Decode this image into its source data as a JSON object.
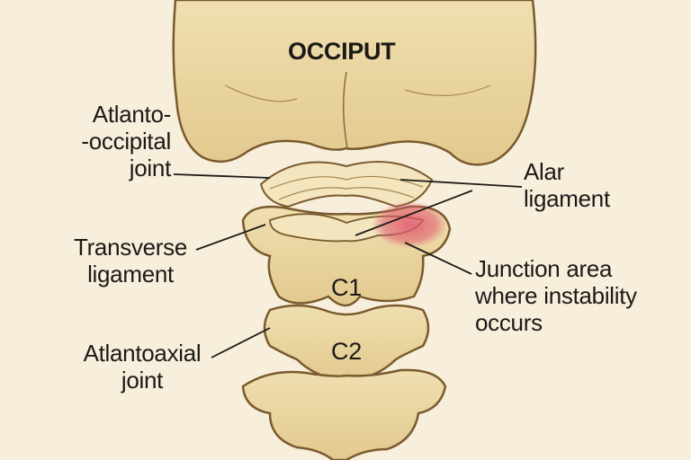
{
  "labels": {
    "occiput": "OCCIPUT",
    "atlanto_occipital": [
      "Atlanto-",
      "-occipital",
      "joint"
    ],
    "alar": [
      "Alar",
      "ligament"
    ],
    "transverse": [
      "Transverse",
      "ligament"
    ],
    "junction": [
      "Junction area",
      "where instability",
      "occurs"
    ],
    "c1": "C1",
    "c2": "C2",
    "atlantoaxial": [
      "Atlantoaxial",
      "joint"
    ]
  },
  "colors": {
    "background": "#f7efdc",
    "bone": "#ecd9a6",
    "bone_shadow": "#c9ab6b",
    "outline": "#7a5a2e",
    "ligament": "#f3e6bf",
    "highlight": "#e0566b",
    "leader": "#1c1a17"
  }
}
